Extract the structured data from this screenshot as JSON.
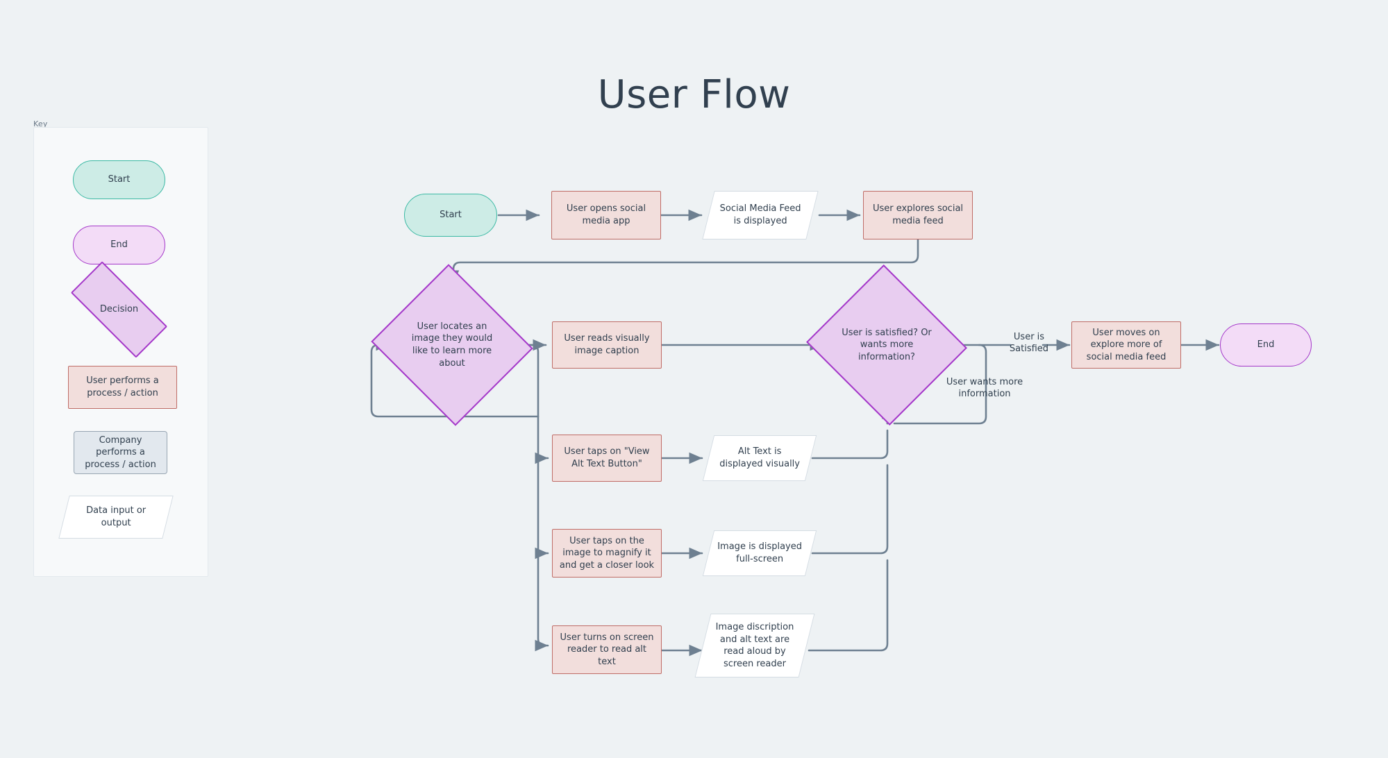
{
  "page": {
    "title": "User Flow",
    "background_color": "#eef2f4"
  },
  "key_panel": {
    "label": "Key",
    "items": [
      {
        "id": "start",
        "shape": "terminator",
        "label": "Start",
        "fill": "#cdece6",
        "stroke": "#3bb9a4"
      },
      {
        "id": "end",
        "shape": "terminator",
        "label": "End",
        "fill": "#f3dcf7",
        "stroke": "#a437c9"
      },
      {
        "id": "decision",
        "shape": "diamond",
        "label": "Decision",
        "fill": "#e8cdf0",
        "stroke": "#a437c9"
      },
      {
        "id": "user-process",
        "shape": "rectangle",
        "label": "User performs a process / action",
        "fill": "#f2dedc",
        "stroke": "#bf6c66"
      },
      {
        "id": "company-process",
        "shape": "rectangle",
        "label": "Company performs a process / action",
        "fill": "#e2e8ee",
        "stroke": "#97a5b2"
      },
      {
        "id": "data-io",
        "shape": "parallelogram",
        "label": "Data input or output",
        "fill": "#ffffff",
        "stroke": "#d4dce3"
      }
    ]
  },
  "flow": {
    "nodes": [
      {
        "id": "start",
        "type": "terminator-start",
        "label": "Start"
      },
      {
        "id": "open-app",
        "type": "process-user",
        "label": "User opens social media app"
      },
      {
        "id": "feed-displayed",
        "type": "data-io",
        "label": "Social Media Feed is displayed"
      },
      {
        "id": "explores-feed",
        "type": "process-user",
        "label": "User explores social media feed"
      },
      {
        "id": "locates-image",
        "type": "decision",
        "label": "User locates an image they would like to learn more about"
      },
      {
        "id": "reads-caption",
        "type": "process-user",
        "label": "User reads visually image caption"
      },
      {
        "id": "satisfied",
        "type": "decision",
        "label": "User is satisfied? Or wants more information?"
      },
      {
        "id": "moves-on",
        "type": "process-user",
        "label": "User moves on explore more of social media feed"
      },
      {
        "id": "end",
        "type": "terminator-end",
        "label": "End"
      },
      {
        "id": "taps-alt-text",
        "type": "process-user",
        "label": "User taps on \"View Alt Text Button\""
      },
      {
        "id": "alt-text-shown",
        "type": "data-io",
        "label": "Alt Text is displayed visually"
      },
      {
        "id": "taps-magnify",
        "type": "process-user",
        "label": "User taps on the image to magnify it and get a closer look"
      },
      {
        "id": "image-fullscreen",
        "type": "data-io",
        "label": "Image is displayed full-screen"
      },
      {
        "id": "screen-reader",
        "type": "process-user",
        "label": "User turns on screen reader to read alt text"
      },
      {
        "id": "read-aloud",
        "type": "data-io",
        "label": "Image discription and alt text are read aloud by screen reader"
      }
    ],
    "edge_labels": [
      {
        "id": "satisfied-yes",
        "label": "User is Satisfied"
      },
      {
        "id": "satisfied-more",
        "label": "User wants more information"
      }
    ],
    "connector_color": "#6e8091"
  }
}
